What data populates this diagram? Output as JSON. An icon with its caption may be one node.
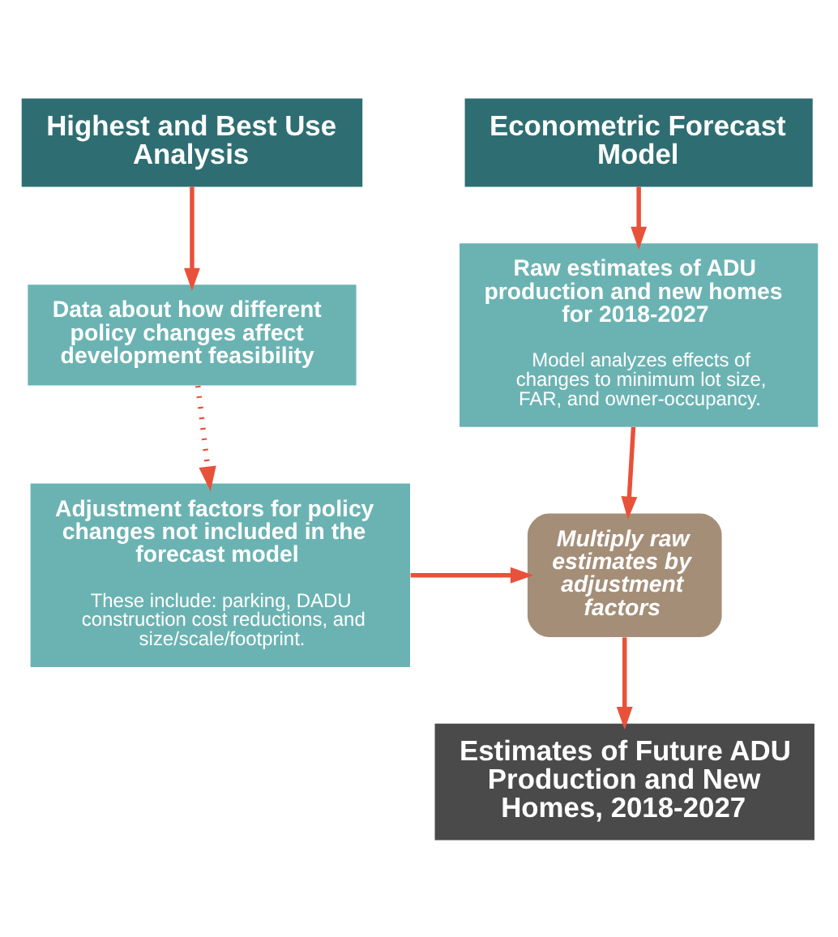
{
  "diagram": {
    "nodes": [
      {
        "text": [
          "Econometric Forecast Model"
        ]
      },
      {
        "text": [
          "Highest and Best Use Analysis"
        ]
      },
      {
        "text": [
          "Raw estimates of ADU production and new homes for 2018-2027",
          "Model analyzes effects of changes to minimum lot size, FAR, and owner-occupancy."
        ]
      },
      {
        "text": [
          "Data about how different policy changes affect development feasibility"
        ]
      },
      {
        "text": [
          "Multiply raw estimates by adjustment factors"
        ]
      },
      {
        "text": [
          "Adjustment factors for policy changes not included in the forecast model",
          "These include: parking, DADU construction cost reductions, and size/scale/footprint."
        ]
      },
      {
        "text": [
          "Estimates of Future ADU Production and New Homes, 2018-2027"
        ]
      }
    ],
    "edges": [
      {
        "from": 0,
        "to": 2,
        "arrow": "to"
      },
      {
        "from": 1,
        "to": 3,
        "arrow": "to"
      },
      {
        "from": 2,
        "to": 4,
        "arrow": "to"
      },
      {
        "from": 3,
        "to": 5,
        "arrow": "to",
        "style": "dashed"
      },
      {
        "from": 5,
        "to": 4,
        "arrow": "to"
      },
      {
        "from": 4,
        "to": 6,
        "arrow": "to"
      }
    ]
  }
}
